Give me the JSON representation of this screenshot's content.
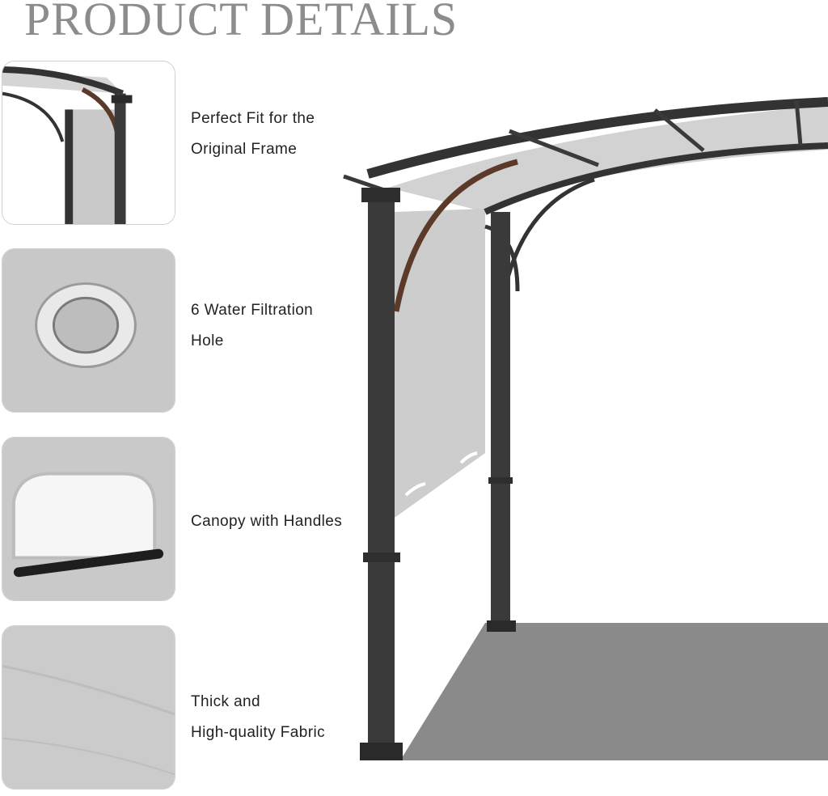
{
  "header": {
    "title": "PRODUCT DETAILS"
  },
  "features": [
    {
      "line1": "Perfect Fit for the",
      "line2": "Original Frame",
      "thumb_icon": "frame-corner-icon"
    },
    {
      "line1": " 6 Water Filtration",
      "line2": "Hole",
      "thumb_icon": "grommet-icon"
    },
    {
      "line1": "Canopy with Handles",
      "line2": "",
      "thumb_icon": "handle-icon"
    },
    {
      "line1": "Thick and",
      "line2": "High-quality Fabric",
      "thumb_icon": "fabric-icon"
    }
  ],
  "colors": {
    "title": "#8c8c8c",
    "frame": "#3a3a3a",
    "canopy": "#c9c9c9",
    "shadow": "#8a8a8a",
    "accent_bronze": "#5b3a2a"
  }
}
